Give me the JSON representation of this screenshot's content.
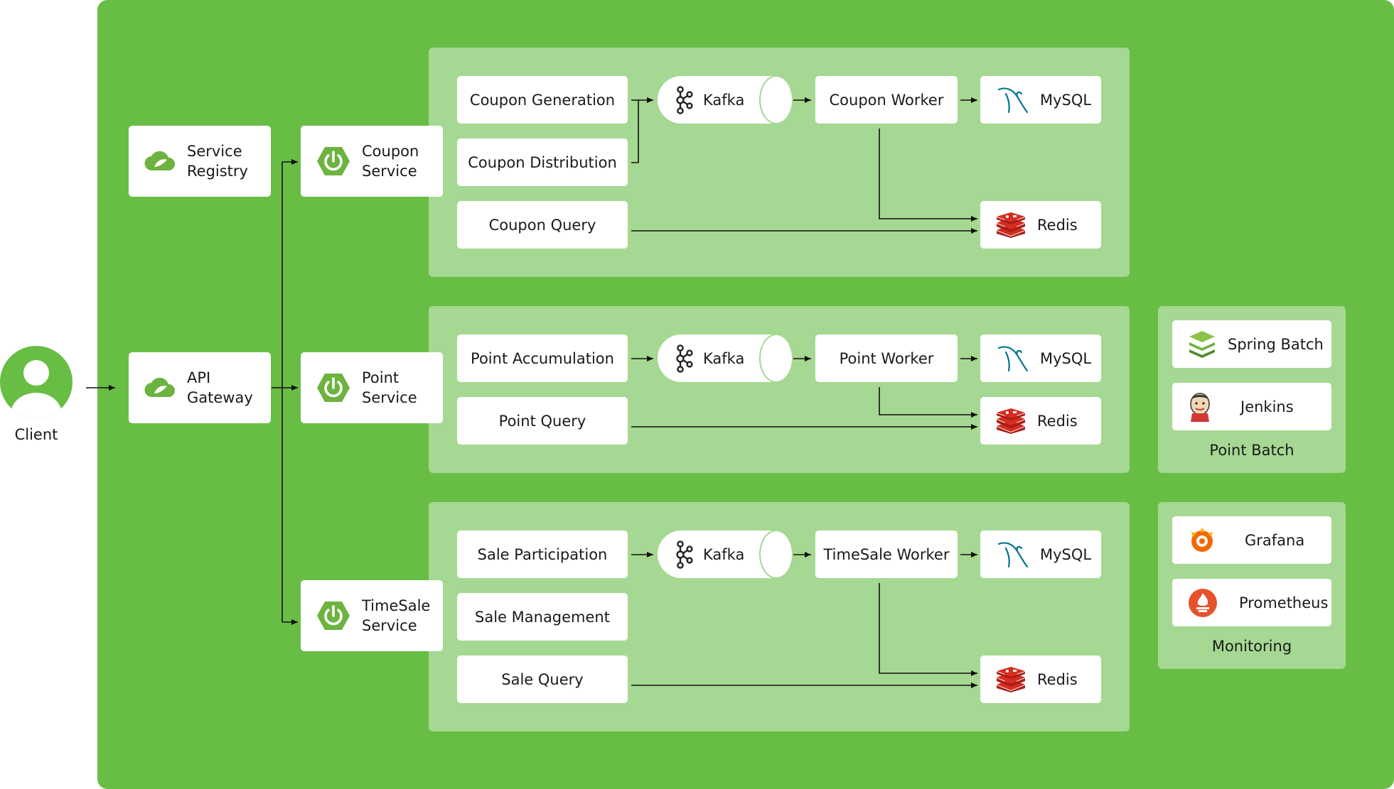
{
  "client": {
    "label": "Client"
  },
  "service_registry": {
    "label": "Service\nRegistry"
  },
  "api_gateway": {
    "label": "API\nGateway"
  },
  "coupon": {
    "service_label": "Coupon\nService",
    "generation": "Coupon Generation",
    "distribution": "Coupon Distribution",
    "query": "Coupon Query",
    "kafka": "Kafka",
    "worker": "Coupon Worker",
    "mysql": "MySQL",
    "redis": "Redis"
  },
  "point": {
    "service_label": "Point\nService",
    "accumulation": "Point Accumulation",
    "query": "Point Query",
    "kafka": "Kafka",
    "worker": "Point Worker",
    "mysql": "MySQL",
    "redis": "Redis"
  },
  "timesale": {
    "service_label": "TimeSale\nService",
    "participation": "Sale Participation",
    "management": "Sale Management",
    "query": "Sale Query",
    "kafka": "Kafka",
    "worker": "TimeSale Worker",
    "mysql": "MySQL",
    "redis": "Redis"
  },
  "point_batch": {
    "caption": "Point Batch",
    "spring_batch": "Spring Batch",
    "jenkins": "Jenkins"
  },
  "monitoring": {
    "caption": "Monitoring",
    "grafana": "Grafana",
    "prometheus": "Prometheus"
  },
  "icons": {
    "client": "user-avatar-icon",
    "service_registry": "spring-cloud-icon",
    "api_gateway": "spring-cloud-icon",
    "service": "spring-boot-power-icon",
    "kafka": "kafka-icon",
    "mysql": "mysql-dolphin-icon",
    "redis": "redis-icon",
    "spring_batch": "spring-batch-icon",
    "jenkins": "jenkins-icon",
    "grafana": "grafana-icon",
    "prometheus": "prometheus-icon"
  },
  "colors": {
    "outer_background": "#68bd45",
    "panel_background": "#a5d892",
    "spring_green": "#6db33f",
    "redis_red": "#d82c20",
    "grafana_orange": "#f46800",
    "prometheus_orange": "#e6522c",
    "mysql_blue": "#00758f"
  }
}
